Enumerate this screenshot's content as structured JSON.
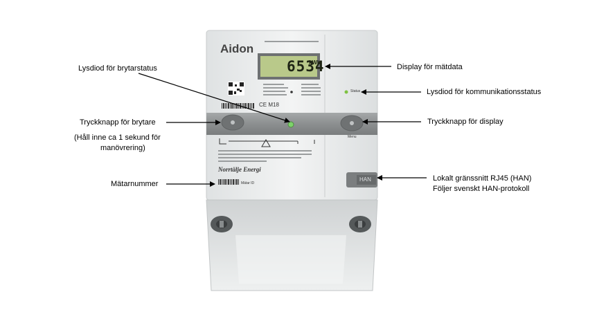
{
  "labels": {
    "breaker_led": "Lysdiod för brytarstatus",
    "breaker_button": "Tryckknapp för brytare",
    "breaker_note_line1": "(Håll inne ca 1 sekund för",
    "breaker_note_line2": "manövrering)",
    "meter_number": "Mätarnummer",
    "display": "Display för mätdata",
    "comm_led": "Lysdiod för kommunikationsstatus",
    "display_button": "Tryckknapp för display",
    "han_line1": "Lokalt gränssnitt RJ45 (HAN)",
    "han_line2": "Följer svenskt HAN-protokoll"
  },
  "meter": {
    "brand": "Aidon",
    "lcd_reading": "6534",
    "lcd_unit": "kWh",
    "status_label": "Status",
    "menu_label": "Menu",
    "han_port_label": "HAN",
    "utility_logo": "Norrtälje Energi",
    "meter_id_label": "Mätar ID",
    "ce_mark": "CE M18"
  },
  "colors": {
    "meter_body": "#eceeee",
    "lcd": "#b9c98a",
    "status_led": "#7fc241",
    "button_band": "#8c8f90"
  }
}
